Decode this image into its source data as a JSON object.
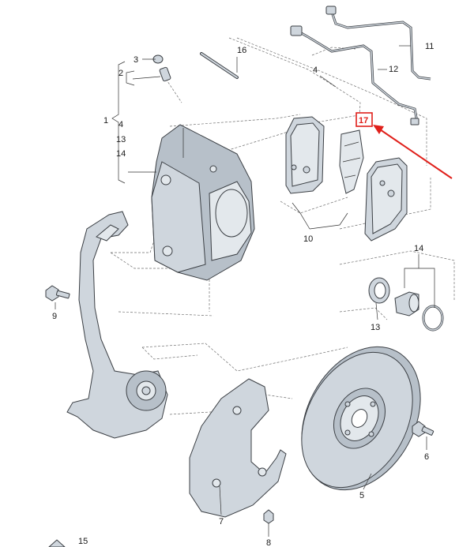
{
  "callouts": {
    "c1": "1",
    "c2": "2",
    "c3": "3",
    "c4a": "4",
    "c4b": "4",
    "c13a": "13",
    "c14a": "14",
    "c16": "16",
    "c11": "11",
    "c12": "12",
    "c17": "17",
    "c10": "10",
    "c14b": "14",
    "c13b": "13",
    "c9": "9",
    "c6": "6",
    "c5": "5",
    "c7": "7",
    "c8": "8",
    "c15": "15"
  },
  "colors": {
    "highlight": "#e0201b",
    "part_fill": "#cfd6dd",
    "outline": "#3b3f44"
  }
}
